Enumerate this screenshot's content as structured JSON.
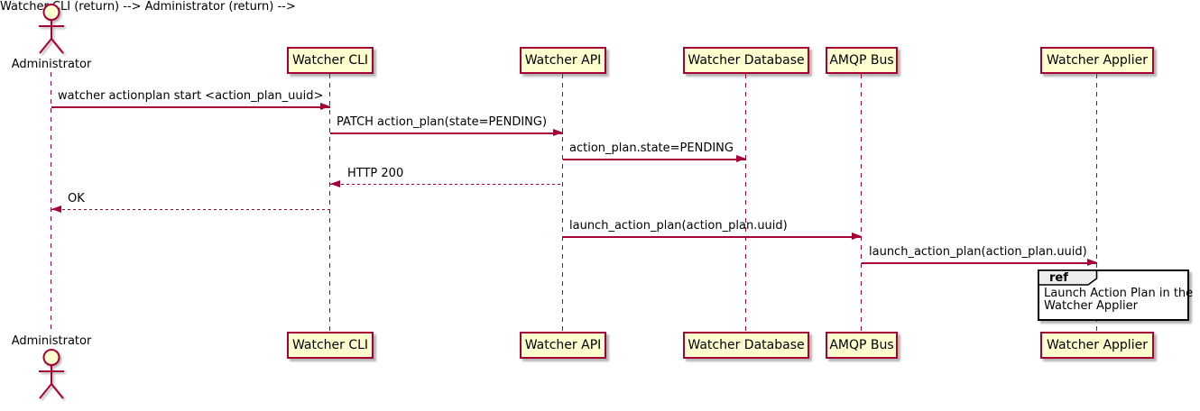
{
  "diagram": {
    "kind": "uml-sequence-diagram",
    "actor": {
      "name": "Administrator"
    },
    "participants": [
      {
        "name": "Watcher CLI"
      },
      {
        "name": "Watcher API"
      },
      {
        "name": "Watcher Database"
      },
      {
        "name": "AMQP Bus"
      },
      {
        "name": "Watcher Applier"
      }
    ],
    "messages": [
      {
        "from": "Administrator",
        "to": "Watcher CLI",
        "text": "watcher actionplan start <action_plan_uuid>",
        "line": "solid",
        "direction": "right"
      },
      {
        "from": "Watcher CLI",
        "to": "Watcher API",
        "text": "PATCH action_plan(state=PENDING)",
        "line": "solid",
        "direction": "right"
      },
      {
        "from": "Watcher API",
        "to": "Watcher Database",
        "text": "action_plan.state=PENDING",
        "line": "solid",
        "direction": "right"
      },
      {
        "from": "Watcher API",
        "to": "Watcher CLI",
        "text": "HTTP 200",
        "line": "dashed",
        "direction": "left"
      },
      {
        "from": "Watcher CLI",
        "to": "Administrator",
        "text": "OK",
        "line": "dashed",
        "direction": "left"
      },
      {
        "from": "Watcher API",
        "to": "AMQP Bus",
        "text": "launch_action_plan(action_plan.uuid)",
        "line": "solid",
        "direction": "right"
      },
      {
        "from": "AMQP Bus",
        "to": "Watcher Applier",
        "text": "launch_action_plan(action_plan.uuid)",
        "line": "solid",
        "direction": "right"
      }
    ],
    "ref": {
      "keyword": "ref",
      "over": "Watcher Applier",
      "lines": [
        "Launch Action Plan in the",
        "Watcher Applier"
      ]
    },
    "colors": {
      "participant_fill": "#FEFECE",
      "stroke": "#A80036",
      "ref_header_fill": "#EEEEEE",
      "ref_border": "#000000",
      "text": "#000000",
      "background": "#FFFFFF"
    }
  }
}
